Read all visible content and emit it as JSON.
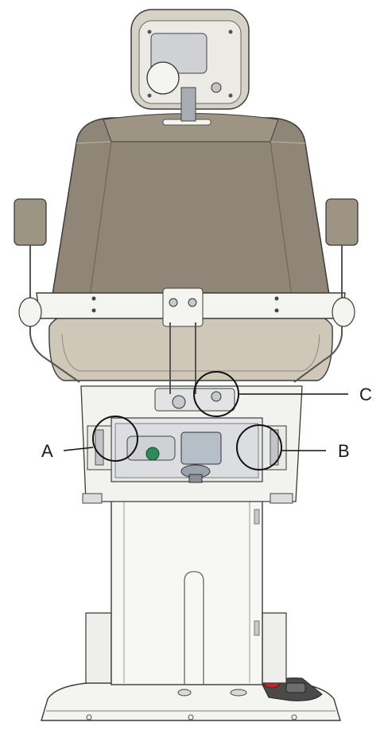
{
  "diagram": {
    "callouts": [
      {
        "id": "A",
        "label": "A",
        "target": "left-seat-pivot"
      },
      {
        "id": "B",
        "label": "B",
        "target": "right-seat-pivot"
      },
      {
        "id": "C",
        "label": "C",
        "target": "backrest-link"
      }
    ],
    "colors": {
      "upholstery": "#8f8677",
      "upholstery_dark": "#6f675a",
      "upholstery_light": "#cfc8b9",
      "frame_white": "#f4f4f1",
      "metal": "#d7d9dc",
      "metal_dark": "#8b8f95",
      "line": "#3b3b3b",
      "accent_green": "#2e8b57",
      "accent_red": "#c0262a"
    }
  }
}
